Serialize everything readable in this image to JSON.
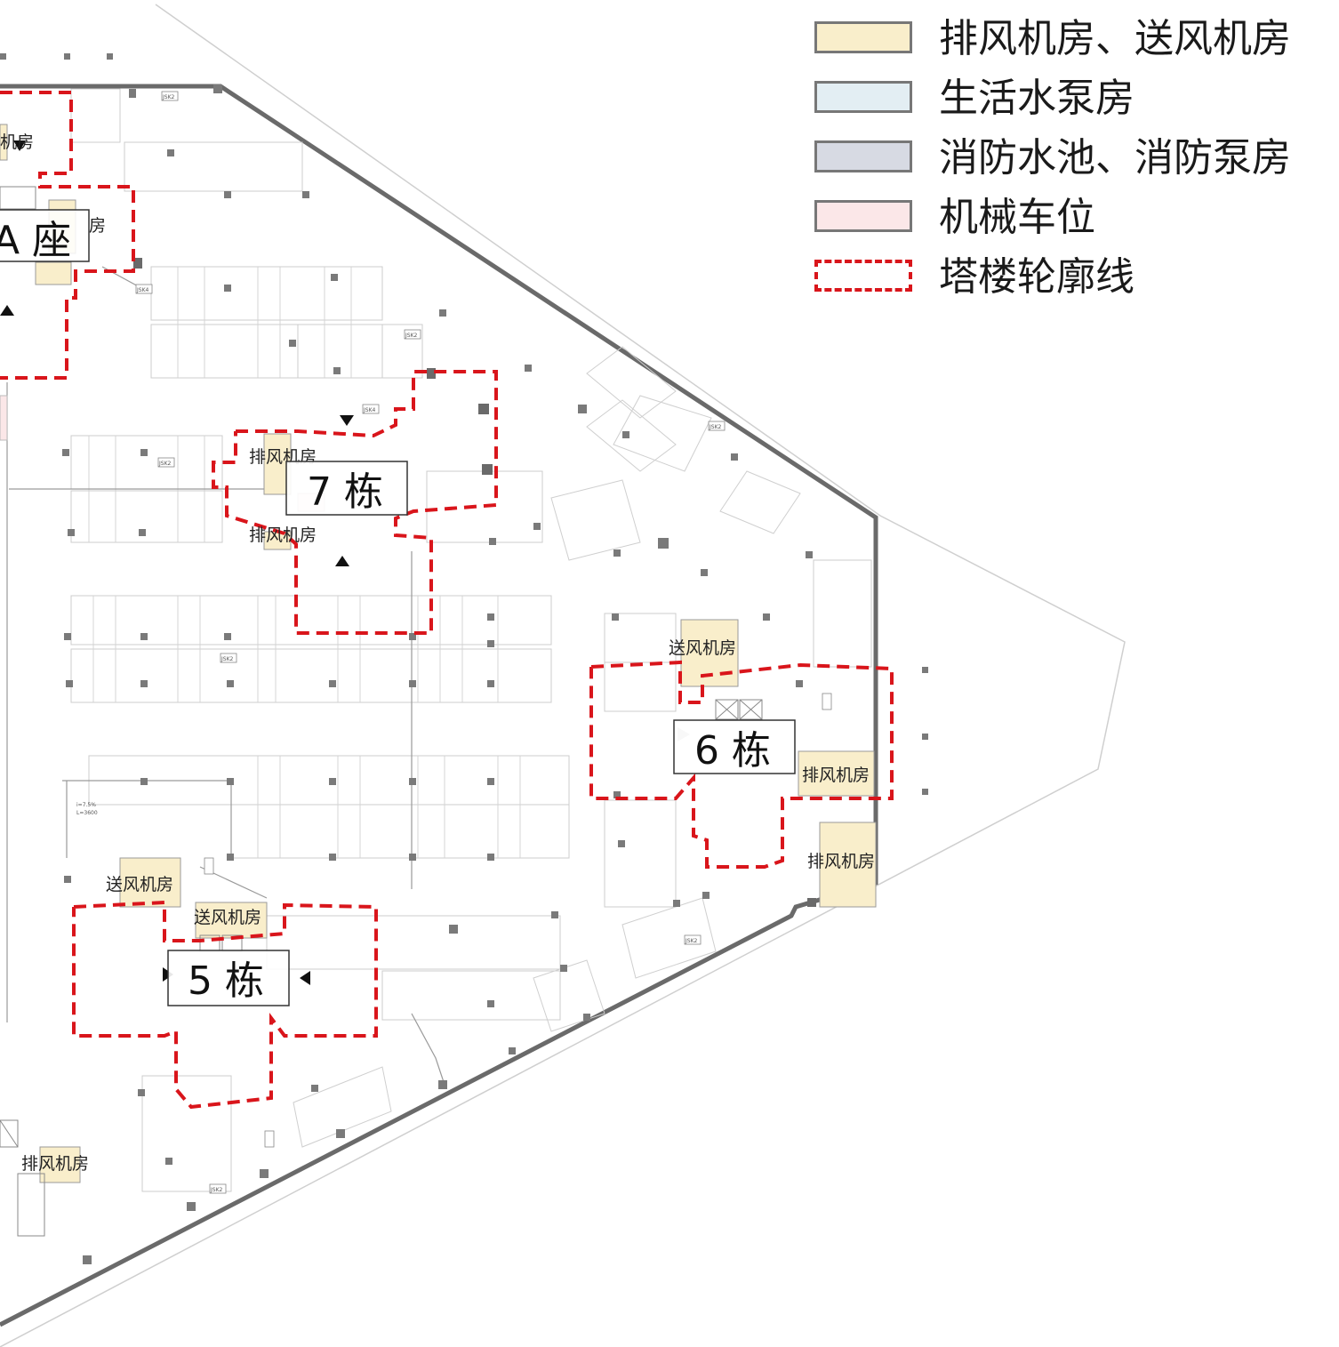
{
  "legend": {
    "items": [
      {
        "label": "排风机房、送风机房",
        "fill": "#f9eecb"
      },
      {
        "label": "生活水泵房",
        "fill": "#e3eef3"
      },
      {
        "label": "消防水池、消防泵房",
        "fill": "#d7dae3"
      },
      {
        "label": "机械车位",
        "fill": "#fbe7e8"
      },
      {
        "label": "塔楼轮廓线",
        "fill": "#d9151b"
      }
    ]
  },
  "buildings": {
    "a": "A 座",
    "b7": "7 栋",
    "b6": "6 栋",
    "b5": "5 栋"
  },
  "rooms": {
    "a_top": "机房",
    "a_mid": "房",
    "b7_exhaust_1": "排风机房",
    "b7_exhaust_2": "排风机房",
    "b6_supply": "送风机房",
    "b6_exhaust_1": "排风机房",
    "b6_exhaust_2": "排风机房",
    "b5_supply_1": "送风机房",
    "b5_supply_2": "送风机房",
    "sw_exhaust": "排风机房"
  },
  "tags": {
    "jsk2": "JSK2",
    "jsk4": "JSK4",
    "ramp_1": "i=7.5%",
    "ramp_2": "L=3600"
  },
  "colors": {
    "tower_outline": "#d9151b",
    "wall": "#666666",
    "column": "#7a7a7a",
    "fan_room": "#f9eecb",
    "mech_parking": "#fbe7e8",
    "grid_line": "#c8c8c8"
  }
}
